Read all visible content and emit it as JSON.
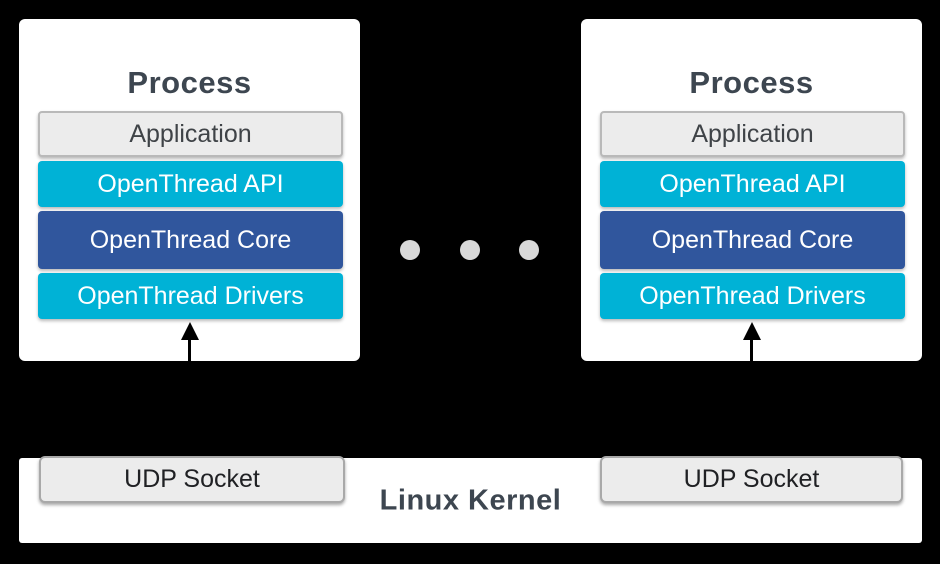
{
  "colors": {
    "background": "#000000",
    "panel": "#ffffff",
    "cyan_layer": "#00b2d6",
    "indigo_layer": "#30569d",
    "plain_layer_bg": "#ececec",
    "plain_layer_border": "#b9b9b9",
    "plain_layer_text": "#3f4347",
    "udp_border": "#a9a9a9",
    "udp_text": "#202124",
    "title_text": "#3d4650",
    "dot": "#d9d9d9",
    "arrow": "#000000"
  },
  "processes": [
    {
      "title": "Process",
      "layers": [
        {
          "label": "Application"
        },
        {
          "label": "OpenThread API"
        },
        {
          "label": "OpenThread Core"
        },
        {
          "label": "OpenThread Drivers"
        }
      ]
    },
    {
      "title": "Process",
      "layers": [
        {
          "label": "Application"
        },
        {
          "label": "OpenThread API"
        },
        {
          "label": "OpenThread Core"
        },
        {
          "label": "OpenThread Drivers"
        }
      ]
    }
  ],
  "ellipsis": {
    "dot_count": 3
  },
  "kernel": {
    "label": "Linux Kernel",
    "sockets": [
      {
        "label": "UDP Socket"
      },
      {
        "label": "UDP Socket"
      }
    ]
  }
}
